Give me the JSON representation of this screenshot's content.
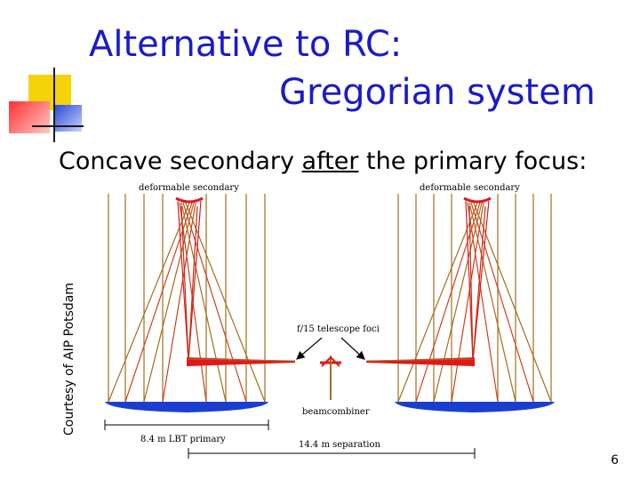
{
  "slide": {
    "title_line_1": "Alternative to RC:",
    "title_line_2": "Gregorian system",
    "subtitle_before": "Concave secondary ",
    "subtitle_underlined": "after",
    "subtitle_after": " the primary focus:",
    "side_credit": "Courtesy of AIP Potsdam",
    "page_number": "6"
  },
  "diagram": {
    "left_secondary_label": "deformable secondary",
    "right_secondary_label": "deformable secondary",
    "foci_label": "f/15 telescope foci",
    "combiner_label": "beamcombiner",
    "primary_label": "8.4 m LBT primary",
    "separation_label": "14.4 m separation"
  },
  "colors": {
    "title": "#1a1acc",
    "ray_red": "#e01818",
    "ray_olive": "#a07020",
    "mirror_blue": "#1a3fd0",
    "deco_yellow": "#f5d20a",
    "deco_blue": "#3355e0",
    "deco_red": "#ff4040"
  }
}
